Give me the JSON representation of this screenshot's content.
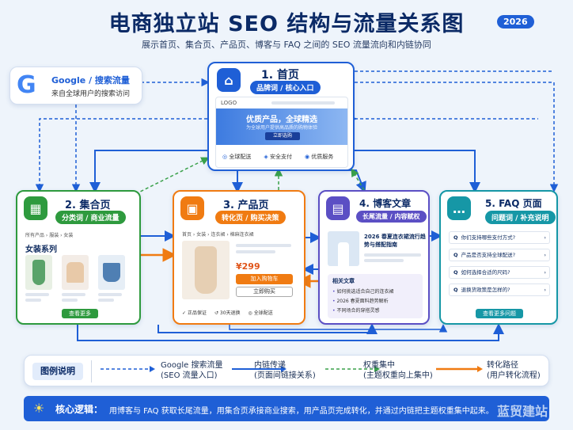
{
  "header": {
    "title": "电商独立站 SEO 结构与流量关系图",
    "year": "2026",
    "subtitle": "展示首页、集合页、产品页、博客与 FAQ 之间的 SEO 流量流向和内链协同"
  },
  "google": {
    "title": "Google / 搜索流量",
    "desc": "来自全球用户的搜索访问"
  },
  "home": {
    "title": "1. 首页",
    "tag": "品牌词 / 核心入口",
    "logo": "LOGO",
    "hero_title": "优质产品，全球精选",
    "hero_sub": "为全球用户提供高品质的购物体验",
    "hero_btn": "立即选购",
    "features": [
      "全球配送",
      "安全支付",
      "优质服务"
    ]
  },
  "collection": {
    "title": "2. 集合页",
    "tag": "分类词 / 商业流量",
    "breadcrumb": "所有产品  ›  服装  ›  女装",
    "heading": "女装系列",
    "btn": "查看更多"
  },
  "product": {
    "title": "3. 产品页",
    "tag": "转化页 / 购买决策",
    "breadcrumb": "首页  ›  女装  ›  连衣裙  ›  棉麻连衣裙",
    "price": "¥299",
    "cart_btn": "加入购物车",
    "buy_btn": "立即购买",
    "badges": [
      "正品保证",
      "30天退换",
      "全球配送"
    ]
  },
  "blog": {
    "title": "4. 博客文章",
    "tag": "长尾流量 / 内容赋权",
    "article_title": "2026 春夏连衣裙流行趋势与搭配指南",
    "related_title": "相关文章",
    "related": [
      "如何挑选适合自己的连衣裙",
      "2026 春夏面料趋势解析",
      "不同场合的穿搭灵感"
    ]
  },
  "faq": {
    "title": "5. FAQ 页面",
    "tag": "问题词 / 补充说明",
    "questions": [
      "你们支持哪些支付方式?",
      "产品是否支持全球配送?",
      "如何选择合适的尺码?",
      "退换货政策是怎样的?"
    ],
    "btn": "查看更多问题"
  },
  "legend": {
    "title": "图例说明",
    "items": [
      {
        "label": "Google 搜索流量",
        "sub": "(SEO 流量入口)"
      },
      {
        "label": "内链传递",
        "sub": "(页面间链接关系)"
      },
      {
        "label": "权重集中",
        "sub": "(主题权重向上集中)"
      },
      {
        "label": "转化路径",
        "sub": "(用户转化流程)"
      }
    ]
  },
  "core": {
    "label": "核心逻辑：",
    "text": "用博客与 FAQ 获取长尾流量，用集合页承接商业搜索，用产品页完成转化，并通过内链把主题权重集中起来。"
  },
  "watermark": "蓝贸建站",
  "colors": {
    "primary": "#1f5fd6",
    "green": "#2e9a3e",
    "orange": "#f07b12",
    "purple": "#5b4fc4",
    "teal": "#1697a6"
  }
}
